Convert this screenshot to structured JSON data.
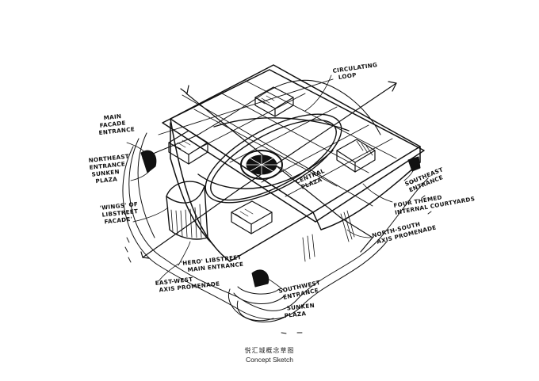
{
  "figure": {
    "caption_zh": "悦汇城概念草图",
    "caption_en": "Concept Sketch"
  },
  "annotations": [
    {
      "id": "circulating-loop",
      "lines": [
        "CIRCULATING",
        "LOOP"
      ]
    },
    {
      "id": "main-facade-entrance",
      "lines": [
        "MAIN",
        "FACADE",
        "ENTRANCE"
      ]
    },
    {
      "id": "northeast-entrance",
      "lines": [
        "NORTHEAST",
        "ENTRANCE",
        "SUNKEN",
        "PLAZA"
      ]
    },
    {
      "id": "wings-facade",
      "lines": [
        "'WINGS' OF",
        "LIBSTREET",
        "FACADE'"
      ]
    },
    {
      "id": "central-plaza",
      "lines": [
        "CENTRAL",
        "PLAZA"
      ]
    },
    {
      "id": "southeast-entrance",
      "lines": [
        "SOUTHEAST",
        "ENTRANCE"
      ]
    },
    {
      "id": "four-themed-courtyards",
      "lines": [
        "FOUR THEMED",
        "INTERNAL COURTYARDS"
      ]
    },
    {
      "id": "north-south-promenade",
      "lines": [
        "NORTH-SOUTH",
        "AXIS PROMENADE"
      ]
    },
    {
      "id": "main-entrance",
      "lines": [
        "'HERO' LIBSTREET",
        "MAIN ENTRANCE"
      ]
    },
    {
      "id": "east-west-promenade",
      "lines": [
        "EAST-WEST",
        "AXIS PROMENADE"
      ]
    },
    {
      "id": "southwest-entrance",
      "lines": [
        "SOUTHWEST",
        "ENTRANCE"
      ]
    },
    {
      "id": "sunken-plaza",
      "lines": [
        "SUNKEN",
        "PLAZA"
      ]
    }
  ]
}
